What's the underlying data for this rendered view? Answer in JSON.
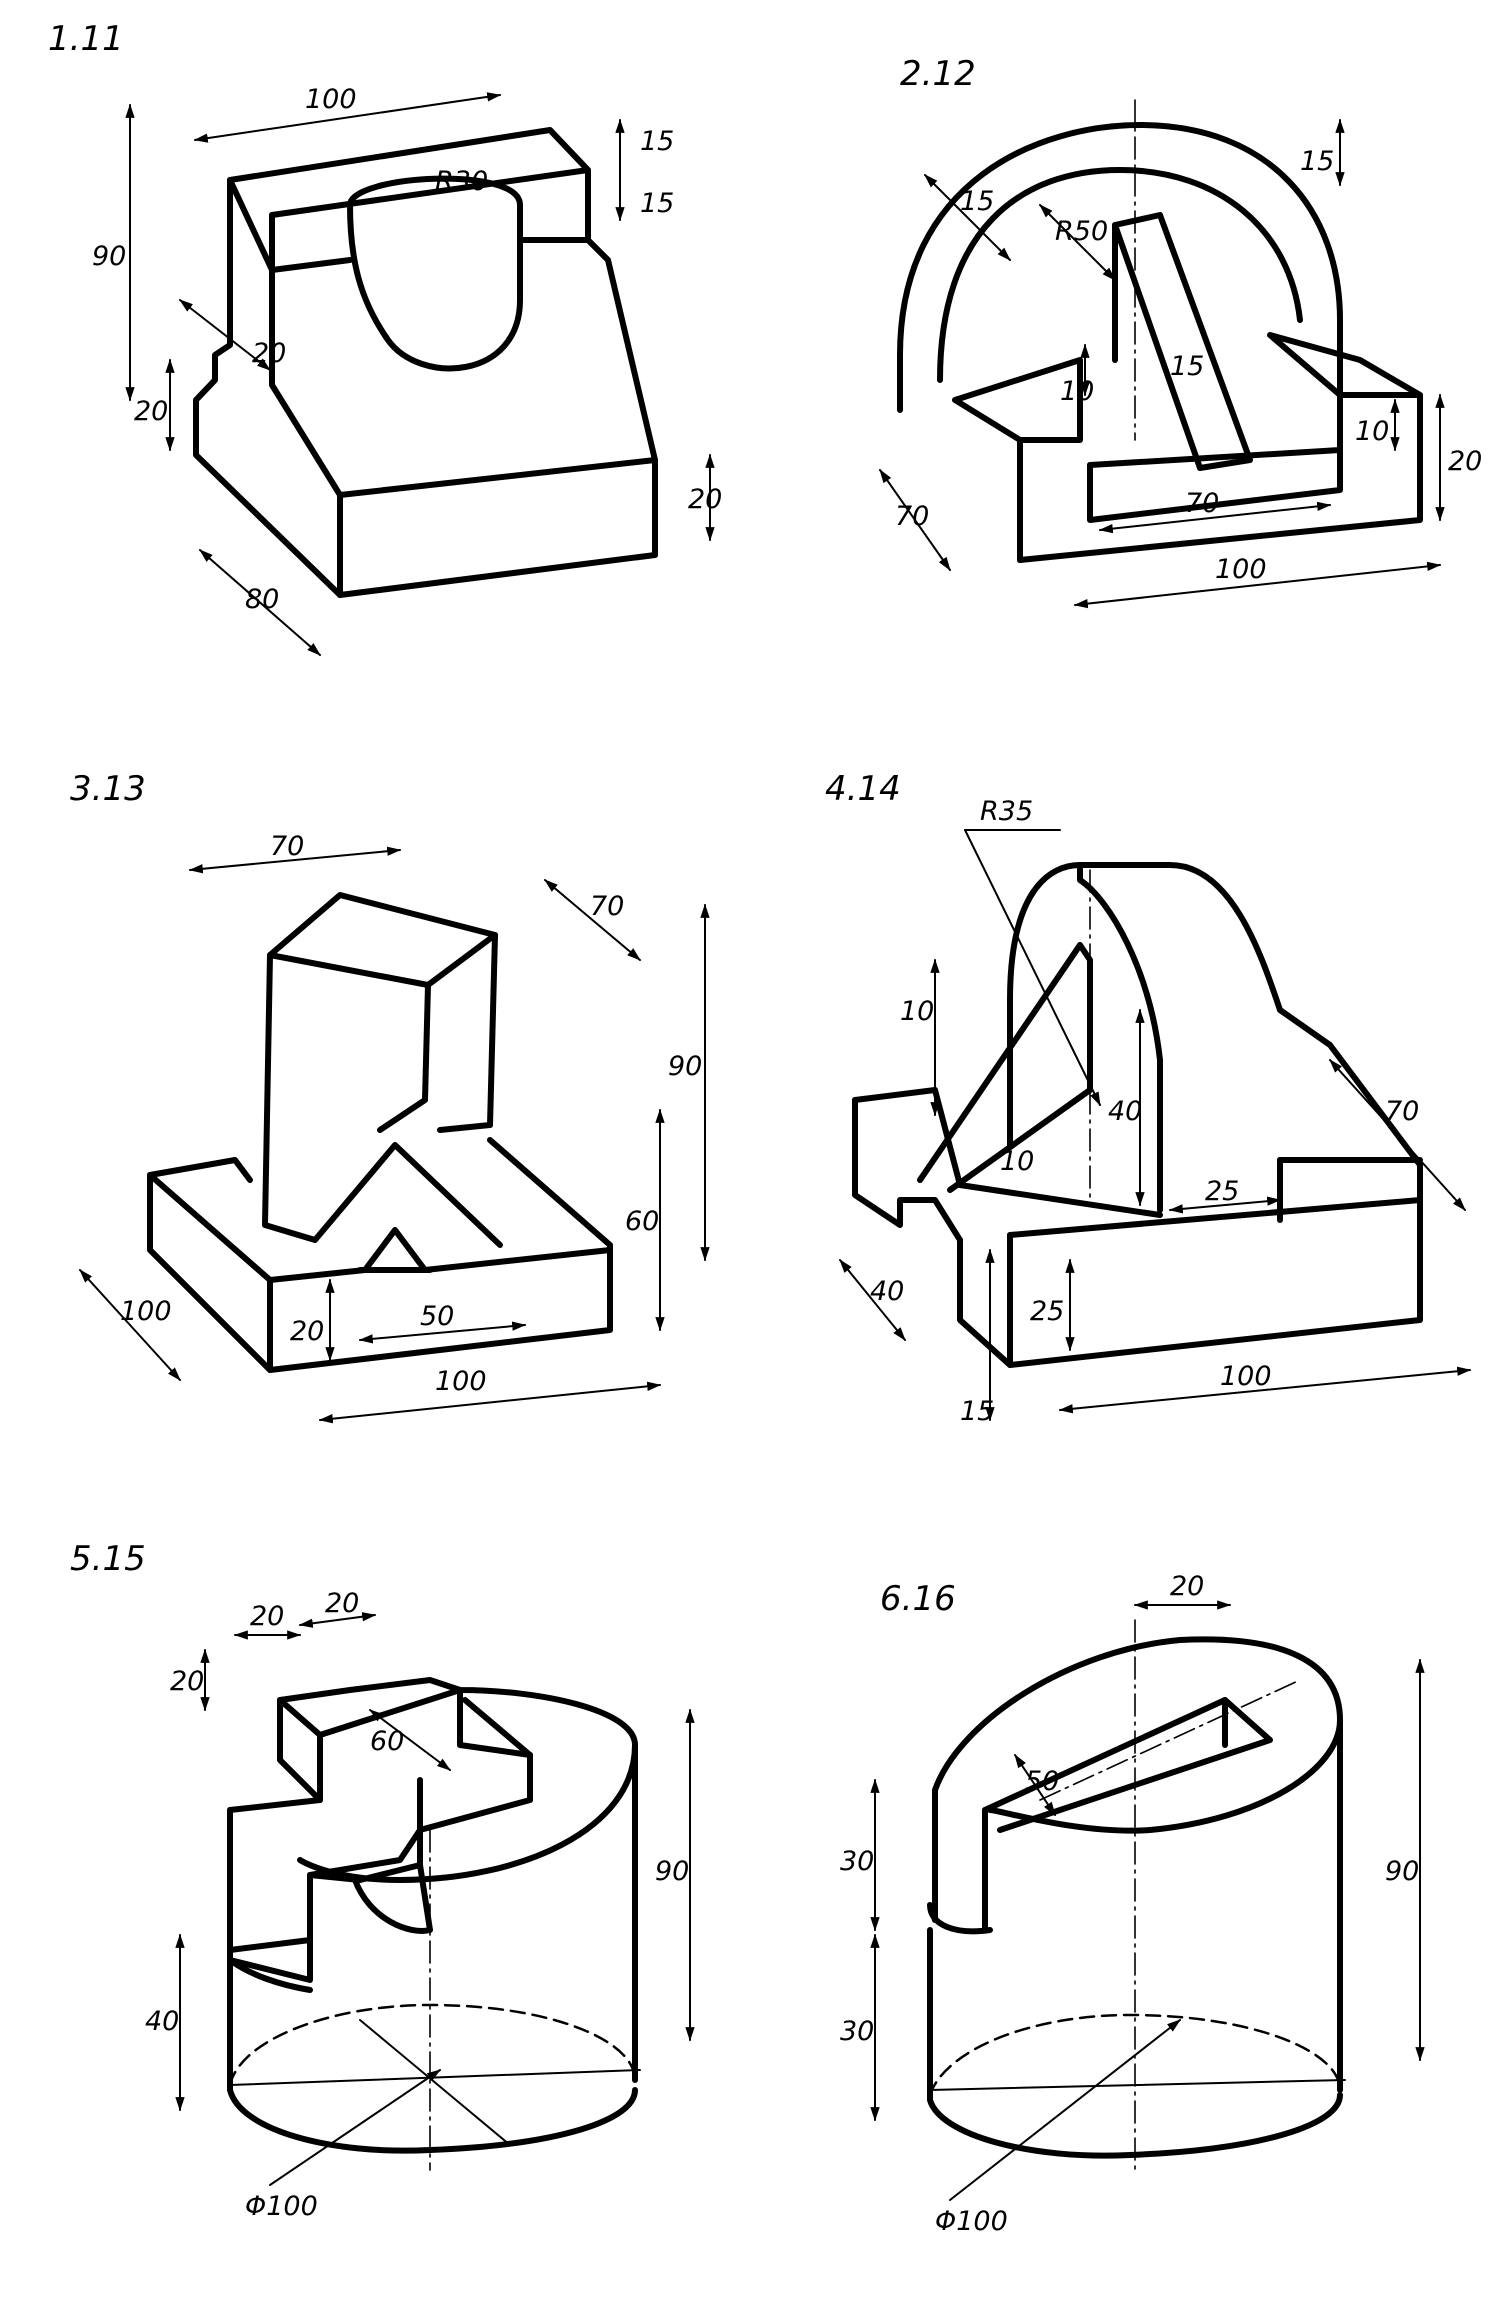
{
  "drawings": [
    {
      "label": "1.11",
      "dims": {
        "top_width": "100",
        "top_step": "15",
        "side_step": "15",
        "radius": "R30",
        "height": "90",
        "notch": "20",
        "notch_depth": "20",
        "base_h": "20",
        "depth": "80"
      }
    },
    {
      "label": "2.12",
      "dims": {
        "arc_thk": "15",
        "top_offset": "15",
        "radius": "R50",
        "rib_h": "10",
        "rib_w": "15",
        "slot_depth": "10",
        "base_h": "20",
        "depth": "70",
        "inner_w": "70",
        "width": "100"
      }
    },
    {
      "label": "3.13",
      "dims": {
        "prism_w": "70",
        "prism_d": "70",
        "height": "90",
        "mid_h": "60",
        "base_h": "20",
        "inner_w": "50",
        "depth": "100",
        "width": "100"
      }
    },
    {
      "label": "4.14",
      "dims": {
        "radius": "R35",
        "rib_thk": "10",
        "rib_h": "40",
        "rib_gap": "10",
        "tab_w": "25",
        "depth": "70",
        "slot": "40",
        "base_h": "25",
        "lug": "15",
        "width": "100"
      }
    },
    {
      "label": "5.15",
      "dims": {
        "cross_a": "20",
        "cross_b": "20",
        "cross_c": "20",
        "cross_diag": "60",
        "height": "90",
        "cut_h": "40",
        "diameter": "Φ100"
      }
    },
    {
      "label": "6.16",
      "dims": {
        "slot_w": "20",
        "slot_len": "50",
        "height": "90",
        "upper": "30",
        "lower": "30",
        "diameter": "Φ100"
      }
    }
  ]
}
